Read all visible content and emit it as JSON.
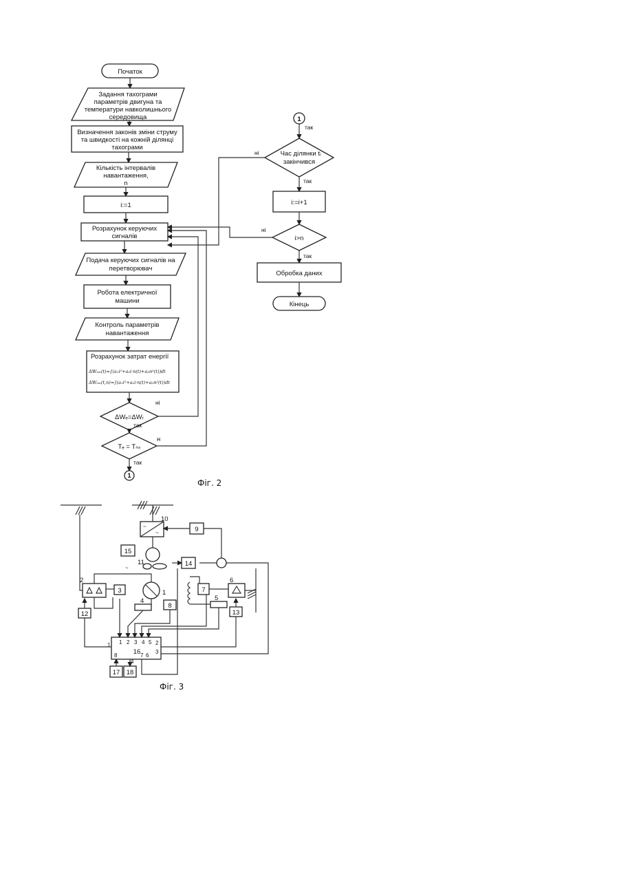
{
  "fig2": {
    "caption": "Фіг. 2",
    "start": "Початок",
    "in1": [
      "Задання тахограми",
      "параметрів двигуна та",
      "температури навколишнього",
      "середовища"
    ],
    "p1": [
      "Визначення законів зміни струму",
      "та швидкості  на кожній  ділянці",
      "тахограми"
    ],
    "in2": [
      "Кількість інтервалів",
      "навантаження,",
      "n"
    ],
    "p2": "i:=1",
    "p3": [
      "Розрахунок керуючих",
      "сигналів"
    ],
    "in3": [
      "Подача керуючих сигналів на",
      "перетворювач"
    ],
    "p4": [
      "Робота електричної",
      "машини"
    ],
    "in4": [
      "Контроль параметрів",
      "навантаження"
    ],
    "p5_title": "Розрахунок затрат енергії",
    "p5_f1": "ΔWₑₘ(t)=∫(a₁i²+a₂i·n(t)+a₃n²(t))dt",
    "p5_f2": "ΔWₑₘ(t,n)=∫(a₁i²+a₂i·n(t)+a₃n²(t))dt",
    "d1": "ΔWₑ=ΔWᵣ",
    "d2": "Tₑ = Tₙₛ",
    "conn": "1",
    "d3": [
      "Час ділянки tᵢ",
      "закінчився"
    ],
    "p6": "i:=i+1",
    "d4": "i>n",
    "p7": "Обробка даних",
    "end": "Кінець",
    "yes": "так",
    "no": "ні",
    "no_short": "н"
  },
  "fig3": {
    "caption": "Фіг. 3",
    "labels": [
      "1",
      "2",
      "3",
      "4",
      "5",
      "6",
      "7",
      "8",
      "9",
      "10",
      "11",
      "12",
      "13",
      "14",
      "15",
      "16",
      "17",
      "18"
    ],
    "ports_top": [
      "1",
      "2",
      "3",
      "4",
      "5"
    ],
    "ports_right": [
      "2",
      "3"
    ],
    "ports_left": [
      "1"
    ],
    "ports_bottom": [
      "8",
      "4",
      "7",
      "6"
    ]
  }
}
